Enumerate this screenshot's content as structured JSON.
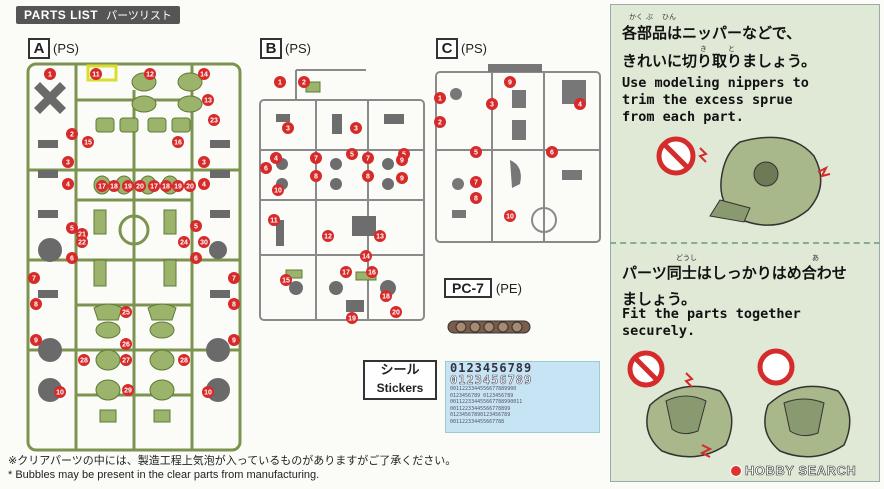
{
  "header": {
    "title_en": "PARTS LIST",
    "title_ja": "パーツリスト"
  },
  "runners": [
    {
      "letter": "A",
      "type": "(PS)"
    },
    {
      "letter": "B",
      "type": "(PS)"
    },
    {
      "letter": "C",
      "type": "(PS)"
    }
  ],
  "runner_a_numbers": [
    "1",
    "11",
    "12",
    "14",
    "13",
    "2",
    "15",
    "16",
    "23",
    "3",
    "4",
    "17",
    "18",
    "19",
    "20",
    "17",
    "18",
    "19",
    "20",
    "4",
    "3",
    "21",
    "5",
    "5",
    "22",
    "24",
    "30",
    "6",
    "6",
    "7",
    "7",
    "8",
    "25",
    "26",
    "8",
    "9",
    "28",
    "27",
    "28",
    "9",
    "10",
    "29",
    "10"
  ],
  "runner_b_numbers": [
    "1",
    "2",
    "3",
    "3",
    "4",
    "5",
    "5",
    "6",
    "7",
    "7",
    "8",
    "8",
    "9",
    "9",
    "10",
    "11",
    "12",
    "13",
    "14",
    "15",
    "16",
    "17",
    "18",
    "19",
    "20"
  ],
  "runner_c_numbers": [
    "1",
    "2",
    "3",
    "4",
    "5",
    "6",
    "7",
    "8",
    "9",
    "10"
  ],
  "pc": {
    "code": "PC-7",
    "type": "(PE)"
  },
  "stickers": {
    "label_ja": "シール",
    "label_en": "Stickers",
    "big_line1": "0123456789",
    "big_line2": "0123456789",
    "small_lines": [
      "0011223344556677889900",
      "0123456789 0123456789",
      "001122334455667788990011",
      "00112233445566778899",
      "01234567890123456789",
      "001122334455667788"
    ]
  },
  "footnotes": {
    "ja": "※クリアパーツの中には、製造工程上気泡が入っているものがありますがご了承ください。",
    "en": "* Bubbles may be present in the clear parts from manufacturing."
  },
  "instruction1": {
    "ja_line1": "各部品はニッパーなどで、",
    "ja_line2": "きれいに切り取りましょう。",
    "ruby": [
      "かく",
      "ぶ",
      "ひん",
      "き",
      "と"
    ],
    "en_lines": [
      "Use modeling nippers to",
      "trim the excess sprue",
      "from each part."
    ]
  },
  "instruction2": {
    "ja_line1": "パーツ同士はしっかりはめ合わせ",
    "ja_line2": "ましょう。",
    "ruby": [
      "どうし",
      "あ"
    ],
    "en_lines": [
      "Fit the parts together",
      "securely."
    ]
  },
  "watermark": "HOBBY SEARCH",
  "colors": {
    "green": "#9bb36a",
    "green_dark": "#6f8a45",
    "red_num": "#d52b2b",
    "panel": "#dfe9d6",
    "gray_part": "#8c8c8c"
  }
}
